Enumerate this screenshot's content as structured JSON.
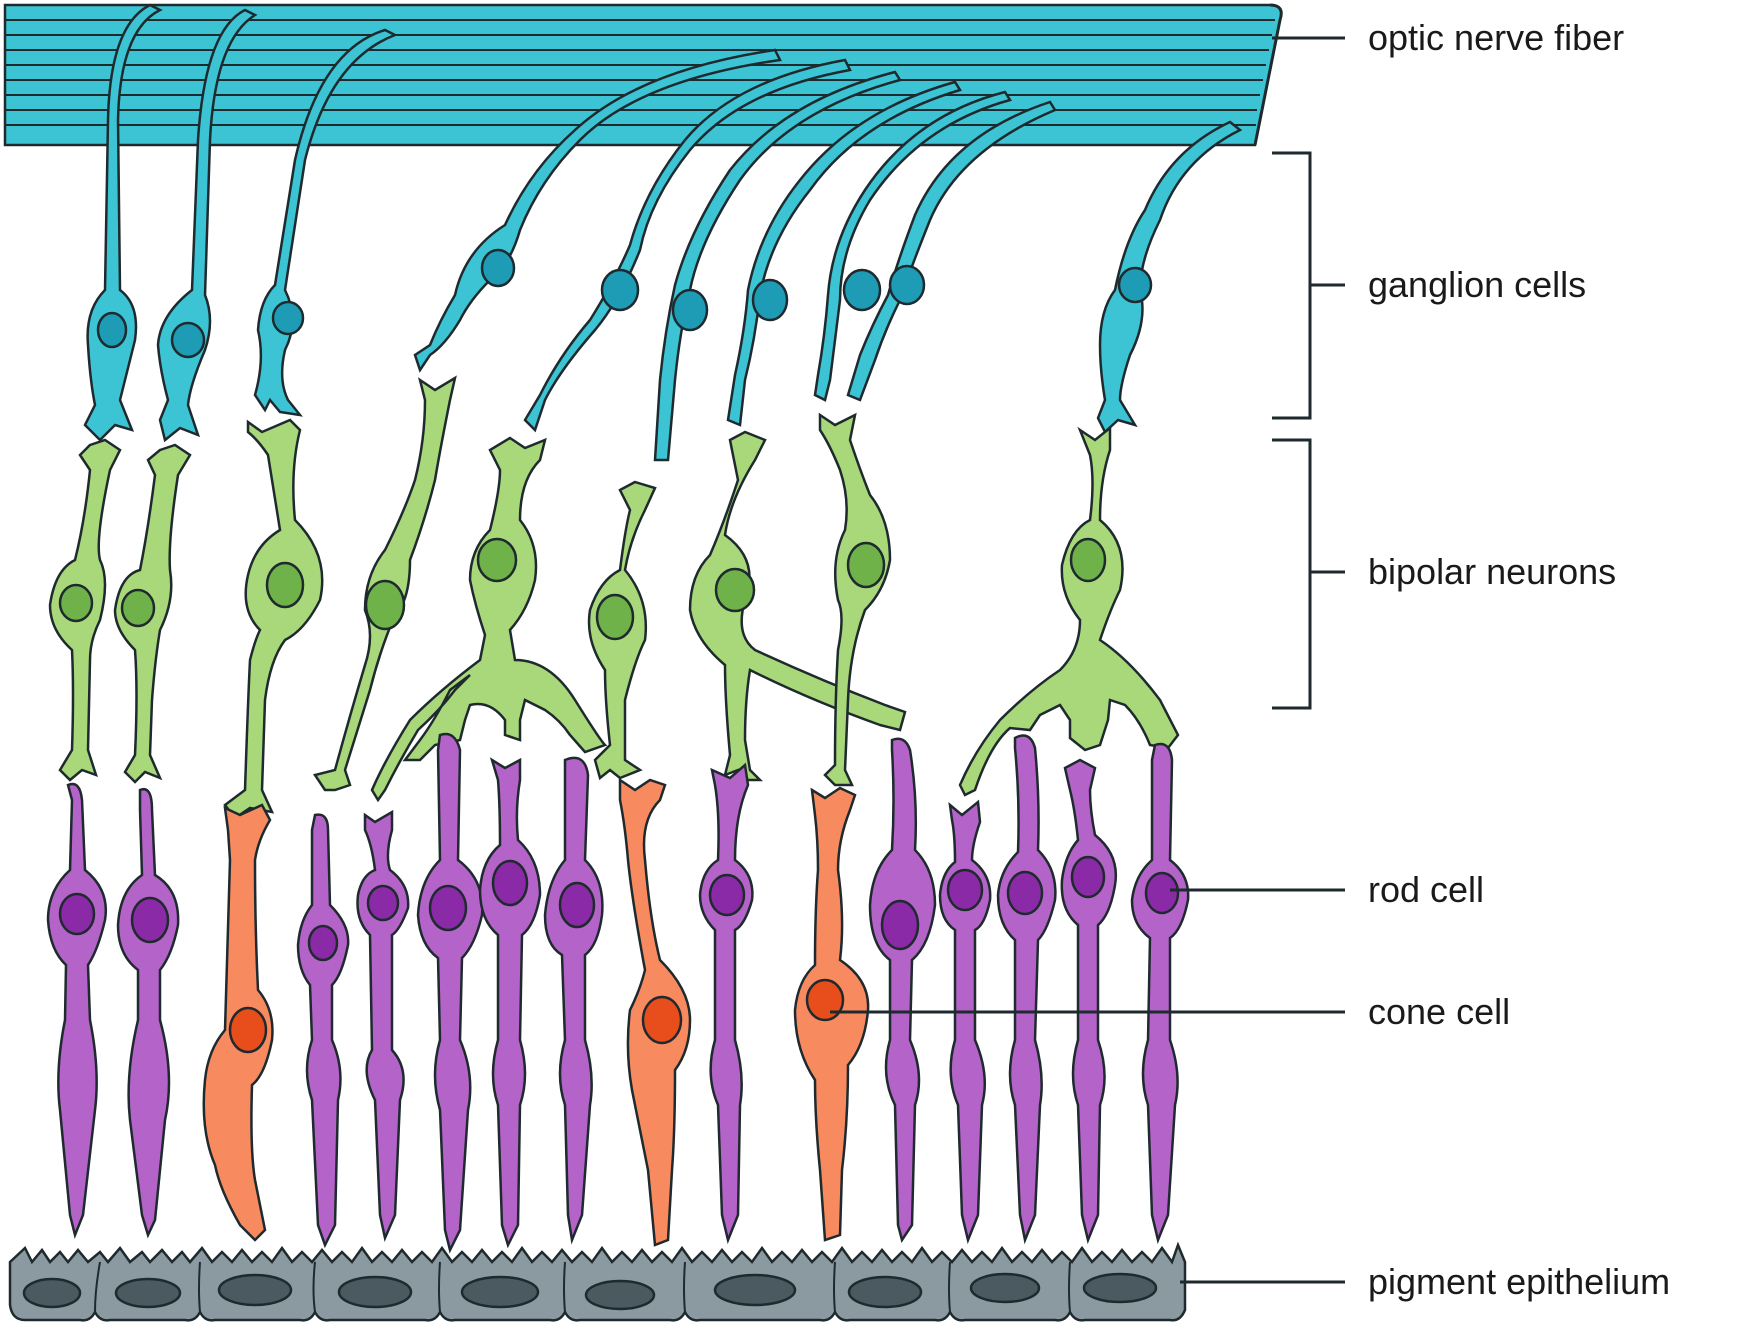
{
  "labels": {
    "optic_nerve_fiber": "optic nerve fiber",
    "ganglion_cells": "ganglion cells",
    "bipolar_neurons": "bipolar neurons",
    "rod_cell": "rod cell",
    "cone_cell": "cone cell",
    "pigment_epithelium": "pigment epithelium"
  },
  "colors": {
    "ganglion_fill": "#3cc4d4",
    "ganglion_nucleus": "#1f9cb5",
    "bipolar_fill": "#a8d87a",
    "bipolar_nucleus": "#6fb24a",
    "rod_fill": "#b463c8",
    "rod_nucleus": "#8a2aa6",
    "cone_fill": "#f88a60",
    "cone_nucleus": "#e84e1c",
    "epithelium_fill": "#8a9aa0",
    "epithelium_nucleus": "#4a5a60",
    "outline": "#1e2a2e"
  }
}
